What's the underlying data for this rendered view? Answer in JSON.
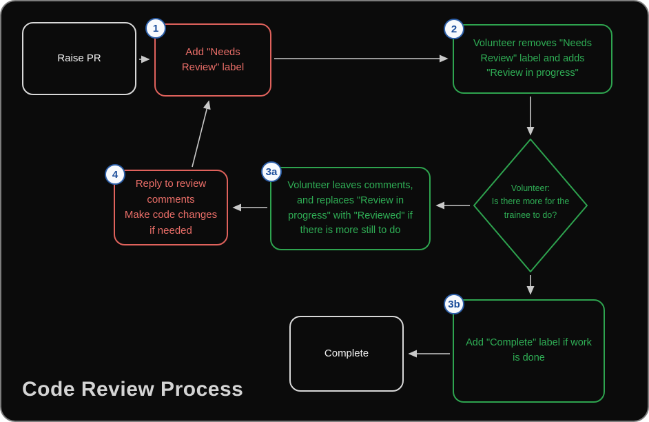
{
  "title": "Code Review Process",
  "colors": {
    "red_accent": "#e0625c",
    "green_accent": "#2ea44f",
    "neutral_accent": "#d9d9d9",
    "arrow": "#c9c9c9",
    "badge_border": "#2d5fa8",
    "badge_text": "#1c4e9b",
    "background": "#0b0b0b"
  },
  "nodes": {
    "raise_pr": {
      "label": "Raise PR"
    },
    "step1": {
      "badge": "1",
      "label": "Add \"Needs Review\" label"
    },
    "step2": {
      "badge": "2",
      "label": "Volunteer removes \"Needs Review\" label and adds \"Review in progress\""
    },
    "decision": {
      "label_title": "Volunteer:",
      "label_question": "Is there more for the trainee to do?"
    },
    "step3a": {
      "badge": "3a",
      "label": "Volunteer leaves comments, and replaces \"Review in progress\" with \"Reviewed\" if there is more still to do"
    },
    "step4": {
      "badge": "4",
      "line1": "Reply to review comments",
      "line2": "Make code changes if needed"
    },
    "step3b": {
      "badge": "3b",
      "label": "Add \"Complete\" label if work is done"
    },
    "complete": {
      "label": "Complete"
    }
  }
}
